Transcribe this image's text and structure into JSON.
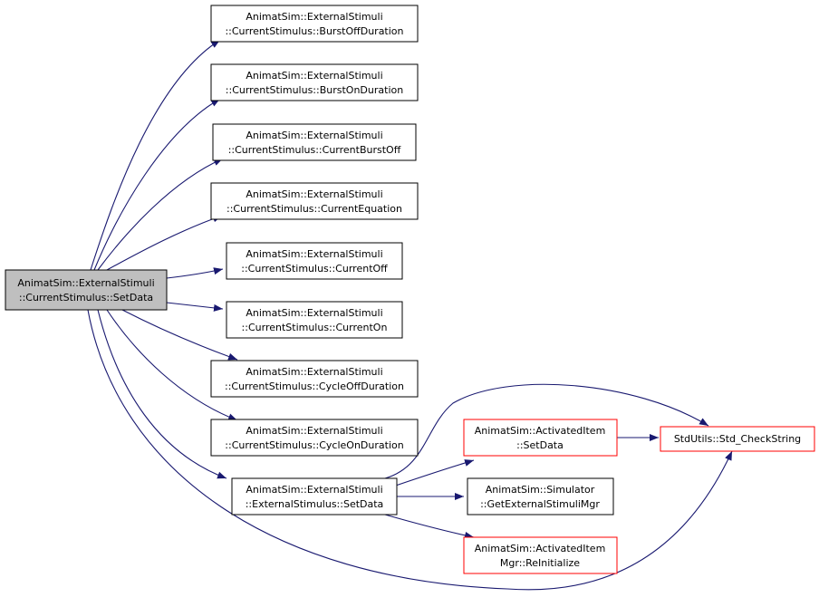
{
  "colors": {
    "edge": "#191970",
    "node_border": "#000000",
    "node_border_incomplete": "#ff0000",
    "root_fill": "#bfbfbf",
    "node_fill": "#ffffff"
  },
  "nodes": {
    "root": {
      "line1": "AnimatSim::ExternalStimuli",
      "line2": "::CurrentStimulus::SetData"
    },
    "burst_off_duration": {
      "line1": "AnimatSim::ExternalStimuli",
      "line2": "::CurrentStimulus::BurstOffDuration"
    },
    "burst_on_duration": {
      "line1": "AnimatSim::ExternalStimuli",
      "line2": "::CurrentStimulus::BurstOnDuration"
    },
    "current_burst_off": {
      "line1": "AnimatSim::ExternalStimuli",
      "line2": "::CurrentStimulus::CurrentBurstOff"
    },
    "current_equation": {
      "line1": "AnimatSim::ExternalStimuli",
      "line2": "::CurrentStimulus::CurrentEquation"
    },
    "current_off": {
      "line1": "AnimatSim::ExternalStimuli",
      "line2": "::CurrentStimulus::CurrentOff"
    },
    "current_on": {
      "line1": "AnimatSim::ExternalStimuli",
      "line2": "::CurrentStimulus::CurrentOn"
    },
    "cycle_off_duration": {
      "line1": "AnimatSim::ExternalStimuli",
      "line2": "::CurrentStimulus::CycleOffDuration"
    },
    "cycle_on_duration": {
      "line1": "AnimatSim::ExternalStimuli",
      "line2": "::CurrentStimulus::CycleOnDuration"
    },
    "external_stimulus_set_data": {
      "line1": "AnimatSim::ExternalStimuli",
      "line2": "::ExternalStimulus::SetData"
    },
    "activated_item_set_data": {
      "line1": "AnimatSim::ActivatedItem",
      "line2": "::SetData"
    },
    "simulator_get_mgr": {
      "line1": "AnimatSim::Simulator",
      "line2": "::GetExternalStimuliMgr"
    },
    "activated_item_mgr_reinit": {
      "line1": "AnimatSim::ActivatedItem",
      "line2": "Mgr::ReInitialize"
    },
    "std_check_string": {
      "line1": "StdUtils::Std_CheckString"
    }
  }
}
